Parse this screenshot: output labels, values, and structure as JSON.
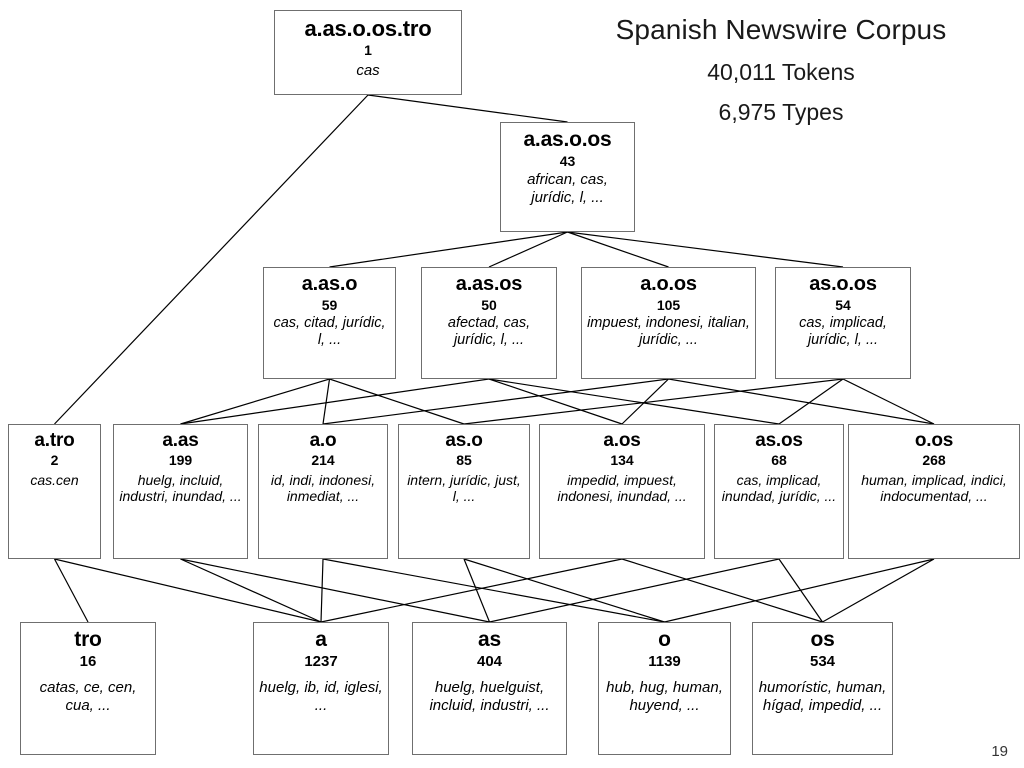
{
  "header": {
    "title": "Spanish Newswire Corpus",
    "tokens": "40,011 Tokens",
    "types": "6,975 Types"
  },
  "footer": {
    "slide_number": "19"
  },
  "diagram": {
    "type": "concept-lattice",
    "levels": [
      {
        "level": 1,
        "nodes": [
          {
            "id": "root",
            "label": "a.as.o.os.tro",
            "count": "1",
            "words": "cas"
          }
        ]
      },
      {
        "level": 2,
        "nodes": [
          {
            "id": "a.as.o.os",
            "label": "a.as.o.os",
            "count": "43",
            "words": "african, cas, jurídic, l, ..."
          }
        ]
      },
      {
        "level": 3,
        "nodes": [
          {
            "id": "a.as.o",
            "label": "a.as.o",
            "count": "59",
            "words": "cas, citad, jurídic, l, ..."
          },
          {
            "id": "a.as.os",
            "label": "a.as.os",
            "count": "50",
            "words": "afectad, cas, jurídic, l, ..."
          },
          {
            "id": "a.o.os",
            "label": "a.o.os",
            "count": "105",
            "words": "impuest, indonesi, italian, jurídic, ..."
          },
          {
            "id": "as.o.os",
            "label": "as.o.os",
            "count": "54",
            "words": "cas, implicad, jurídic, l, ..."
          }
        ]
      },
      {
        "level": 4,
        "nodes": [
          {
            "id": "a.tro",
            "label": "a.tro",
            "count": "2",
            "words": "cas.cen"
          },
          {
            "id": "a.as",
            "label": "a.as",
            "count": "199",
            "words": "huelg, incluid, industri, inundad, ..."
          },
          {
            "id": "a.o",
            "label": "a.o",
            "count": "214",
            "words": "id, indi, indonesi, inmediat, ..."
          },
          {
            "id": "as.o",
            "label": "as.o",
            "count": "85",
            "words": "intern, jurídic, just, l, ..."
          },
          {
            "id": "a.os",
            "label": "a.os",
            "count": "134",
            "words": "impedid, impuest, indonesi, inundad, ..."
          },
          {
            "id": "as.os",
            "label": "as.os",
            "count": "68",
            "words": "cas, implicad, inundad, jurídic, ..."
          },
          {
            "id": "o.os",
            "label": "o.os",
            "count": "268",
            "words": "human, implicad, indici, indocumentad, ..."
          }
        ]
      },
      {
        "level": 5,
        "nodes": [
          {
            "id": "tro",
            "label": "tro",
            "count": "16",
            "words": "catas, ce, cen, cua, ..."
          },
          {
            "id": "a",
            "label": "a",
            "count": "1237",
            "words": "huelg, ib, id, iglesi, ..."
          },
          {
            "id": "as",
            "label": "as",
            "count": "404",
            "words": "huelg, huelguist, incluid, industri, ..."
          },
          {
            "id": "o",
            "label": "o",
            "count": "1139",
            "words": "hub, hug, human, huyend, ..."
          },
          {
            "id": "os",
            "label": "os",
            "count": "534",
            "words": "humorístic, human, hígad, impedid, ..."
          }
        ]
      }
    ],
    "edges": [
      [
        "root",
        "a.as.o.os"
      ],
      [
        "root",
        "a.tro"
      ],
      [
        "a.as.o.os",
        "a.as.o"
      ],
      [
        "a.as.o.os",
        "a.as.os"
      ],
      [
        "a.as.o.os",
        "a.o.os"
      ],
      [
        "a.as.o.os",
        "as.o.os"
      ],
      [
        "a.as.o",
        "a.as"
      ],
      [
        "a.as.o",
        "a.o"
      ],
      [
        "a.as.o",
        "as.o"
      ],
      [
        "a.as.os",
        "a.as"
      ],
      [
        "a.as.os",
        "a.os"
      ],
      [
        "a.as.os",
        "as.os"
      ],
      [
        "a.o.os",
        "a.o"
      ],
      [
        "a.o.os",
        "a.os"
      ],
      [
        "a.o.os",
        "o.os"
      ],
      [
        "as.o.os",
        "as.o"
      ],
      [
        "as.o.os",
        "as.os"
      ],
      [
        "as.o.os",
        "o.os"
      ],
      [
        "a.tro",
        "tro"
      ],
      [
        "a.tro",
        "a"
      ],
      [
        "a.as",
        "a"
      ],
      [
        "a.as",
        "as"
      ],
      [
        "a.o",
        "a"
      ],
      [
        "a.o",
        "o"
      ],
      [
        "as.o",
        "as"
      ],
      [
        "as.o",
        "o"
      ],
      [
        "a.os",
        "a"
      ],
      [
        "a.os",
        "os"
      ],
      [
        "as.os",
        "as"
      ],
      [
        "as.os",
        "os"
      ],
      [
        "o.os",
        "o"
      ],
      [
        "o.os",
        "os"
      ]
    ],
    "colors": {
      "box_border": "#6f6f6f",
      "edge": "#000000",
      "background": "#ffffff",
      "text": "#000000"
    }
  }
}
